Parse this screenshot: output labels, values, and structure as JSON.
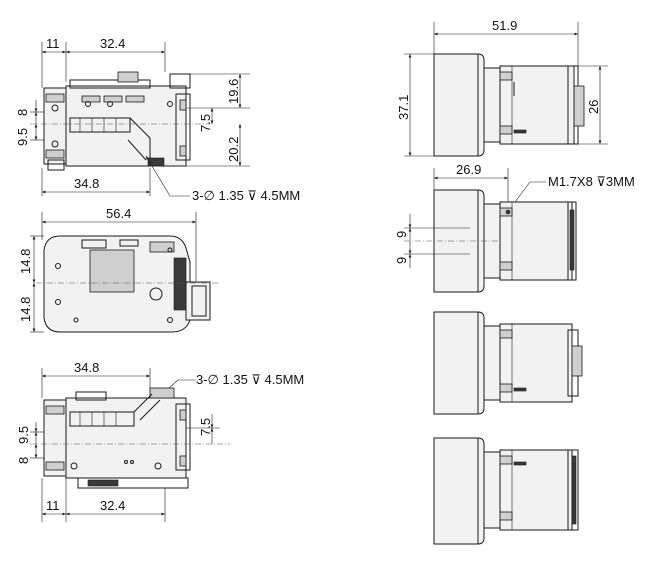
{
  "views": {
    "top_left": {
      "dims": {
        "d11": "11",
        "d324": "32.4",
        "d196": "19.6",
        "d8": "8",
        "d95": "9.5",
        "d75": "7.5",
        "d202": "20.2",
        "d348": "34.8"
      },
      "hole_note": "3-∅ 1.35 ⊽ 4.5MM"
    },
    "mid_left": {
      "dims": {
        "d564": "56.4",
        "d148a": "14.8",
        "d148b": "14.8"
      }
    },
    "bottom_left": {
      "dims": {
        "d348": "34.8",
        "d95": "9.5",
        "d8": "8",
        "d75": "7.5",
        "d11": "11",
        "d324": "32.4"
      },
      "hole_note": "3-∅ 1.35 ⊽ 4.5MM"
    },
    "right_top": {
      "dims": {
        "d519": "51.9",
        "d371": "37.1",
        "d26": "26"
      }
    },
    "right_second": {
      "dims": {
        "d269": "26.9",
        "d9a": "9",
        "d9b": "9"
      },
      "screw_note": "M1.7X8 ⊽3MM"
    }
  }
}
